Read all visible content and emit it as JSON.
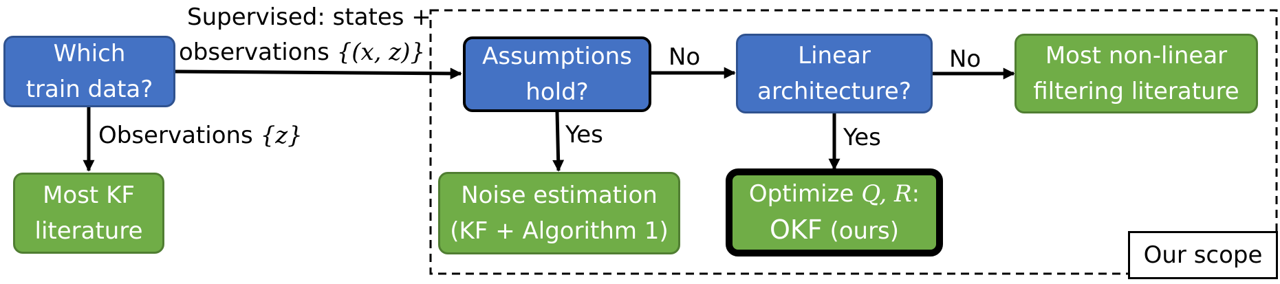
{
  "nodes": {
    "train_data": {
      "line1": "Which",
      "line2": "train data?"
    },
    "assumptions": {
      "line1": "Assumptions",
      "line2": "hold?"
    },
    "linear": {
      "line1": "Linear",
      "line2": "architecture?"
    },
    "nonlinear_lit": {
      "line1": "Most non-linear",
      "line2": "filtering literature"
    },
    "kf_lit": {
      "line1": "Most KF",
      "line2": "literature"
    },
    "noise_est": {
      "line1": "Noise estimation",
      "line2": "(KF + Algorithm 1)"
    },
    "okf": {
      "line1_prefix": "Optimize ",
      "line1_math": "Q, R",
      "line1_suffix": ":",
      "line2_main": "OKF",
      "line2_suffix": " (ours)"
    }
  },
  "edges": {
    "supervised": {
      "bold": "Supervised",
      "rest": ": states +",
      "line2": "observations ",
      "math": "{(x, z)}"
    },
    "observations": {
      "text": "Observations ",
      "math": "{z}"
    },
    "assumptions_no": "No",
    "linear_no": "No",
    "assumptions_yes": "Yes",
    "linear_yes": "Yes"
  },
  "scope": {
    "label": "Our scope"
  },
  "colors": {
    "blue": "#4472c4",
    "green": "#70ad47",
    "border": "#000000"
  }
}
